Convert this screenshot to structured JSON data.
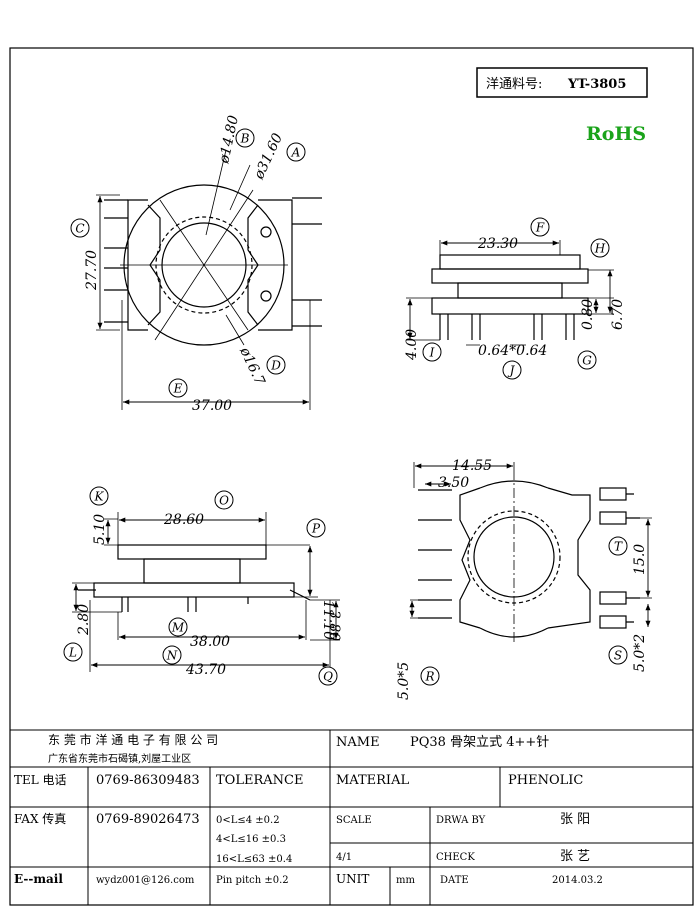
{
  "part_no_label": "洋通料号:",
  "part_no": "YT-3805",
  "rohs": "RoHS",
  "dims": {
    "a": "ø31.60",
    "b": "ø14.80",
    "d": "ø16.7",
    "h27": "27.70",
    "w37": "37.00",
    "f": "23.30",
    "g": "0.80",
    "h": "6.70",
    "i": "4.00",
    "j": "0.64*0.64",
    "k": "5.10",
    "o": "28.60",
    "p": "11.10",
    "l": "2.80",
    "m": "38.00",
    "n": "43.70",
    "q": "3.80",
    "s1": "14.55",
    "s2": "3.50",
    "t": "15.0",
    "r": "5.0*5",
    "s": "5.0*2"
  },
  "callouts": [
    "A",
    "B",
    "C",
    "D",
    "E",
    "F",
    "G",
    "H",
    "I",
    "J",
    "K",
    "O",
    "P",
    "L",
    "M",
    "N",
    "Q",
    "R",
    "S",
    "T"
  ],
  "title_block": {
    "company": "东 莞 市 洋 通 电 子 有 限 公 司",
    "address": "广东省东莞市石碣镇,刘屋工业区",
    "name_label": "NAME",
    "name_value": "PQ38 骨架立式 4++针",
    "tel_label": "TEL 电话",
    "tel": "0769-86309483",
    "tolerance_label": "TOLERANCE",
    "material_label": "MATERIAL",
    "material": "PHENOLIC",
    "fax_label": "FAX 传真",
    "fax": "0769-89026473",
    "tol1": "0<L≤4   ±0.2",
    "tol2": "4<L≤16  ±0.3",
    "tol3": "16<L≤63  ±0.4",
    "tol4": "Pin pitch ±0.2",
    "scale_label": "SCALE",
    "scale": "4/1",
    "drawby_label": "DRWA BY",
    "drawby": "张 阳",
    "check_label": "CHECK",
    "check": "张 艺",
    "email_label": "E--mail",
    "email": "wydz001@126.com",
    "unit_label": "UNIT",
    "unit": "mm",
    "date_label": "DATE",
    "date": "2014.03.2"
  }
}
